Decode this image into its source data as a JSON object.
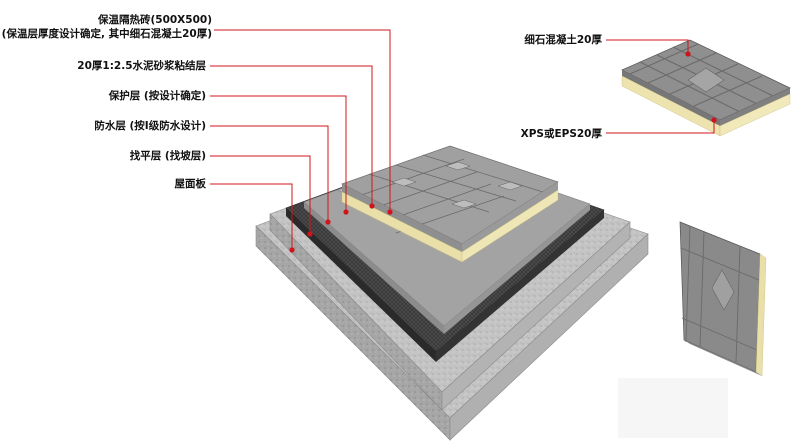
{
  "labels": {
    "tile": "保温隔热砖(500X500)",
    "tile_note": "(保温层厚度设计确定, 其中细石混凝土20厚)",
    "mortar": "20厚1:2.5水泥砂浆粘结层",
    "protect": "保护层 (按设计确定)",
    "waterproof": "防水层 (按I级防水设计)",
    "leveling": "找平层 (找坡层)",
    "roof_slab": "屋面板",
    "concrete": "细石混凝土20厚",
    "xps": "XPS或EPS20厚"
  },
  "colors": {
    "leader": "#d0141c",
    "slab": "#b9b9b9",
    "waterproof": "#3a3a3a",
    "tile": "#9a9a9a",
    "insulation": "#e9dfa8"
  }
}
